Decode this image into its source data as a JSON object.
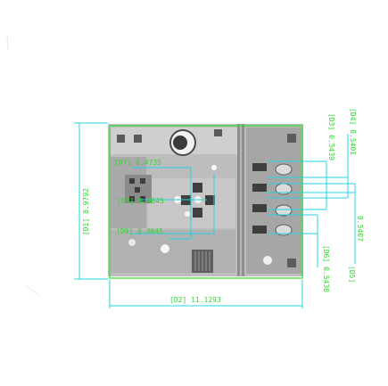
{
  "colors": {
    "background": "#ffffff",
    "dimension_line": "#22d4e0",
    "label": "#2fd62f",
    "outline": "#2fe02f",
    "die": "#b9b9b9",
    "die_dark": "#6e6e6e",
    "die_light": "#d9d9d9"
  },
  "dimensions": {
    "d1": "[D1] 8.9792",
    "d2": "[D2] 11.1293",
    "d3": "[D3] 0.5439",
    "d4": "[D4] 0.5401",
    "d5": "[D5]",
    "d5_value": "0.5407",
    "d6": "[D6] 0.5430",
    "d7": "[D7] 0.4735",
    "d8": "[D8] 0.4645",
    "d9": "[D9] 0.4645"
  }
}
